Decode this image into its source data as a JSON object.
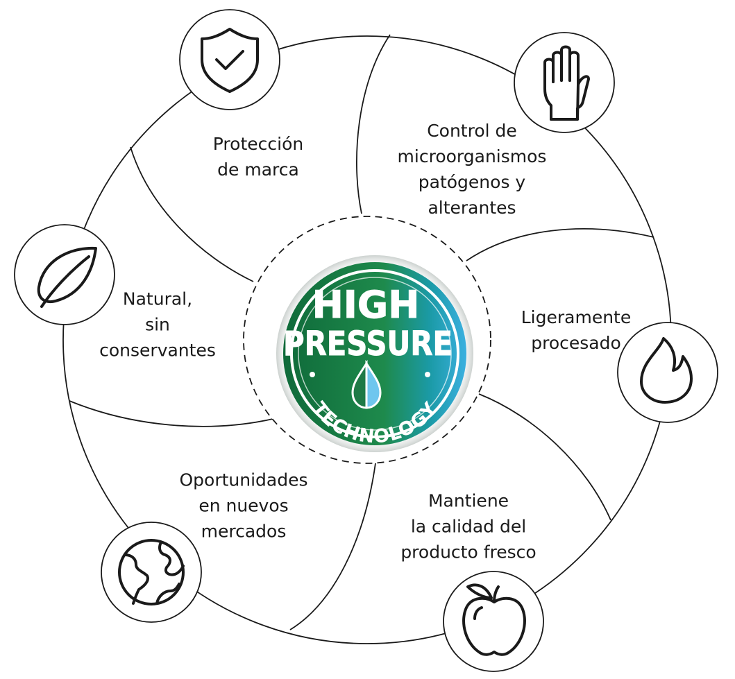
{
  "badge": {
    "line1": "HIGH",
    "line2": "PRESSURE",
    "line3": "TECHNOLOGY"
  },
  "segments": [
    {
      "id": "brand-protection",
      "icon": "shield-check-icon",
      "label": [
        "Protección",
        "de marca"
      ]
    },
    {
      "id": "microorganism-control",
      "icon": "hand-glove-icon",
      "label": [
        "Control de",
        "microorganismos",
        "patógenos y",
        "alterantes"
      ]
    },
    {
      "id": "lightly-processed",
      "icon": "flame-icon",
      "label": [
        "Ligeramente",
        "procesado"
      ]
    },
    {
      "id": "fresh-quality",
      "icon": "apple-icon",
      "label": [
        "Mantiene",
        "la calidad del",
        "producto fresco"
      ]
    },
    {
      "id": "new-markets",
      "icon": "globe-icon",
      "label": [
        "Oportunidades",
        "en nuevos",
        "mercados"
      ]
    },
    {
      "id": "natural",
      "icon": "leaf-icon",
      "label": [
        "Natural,",
        "sin",
        "conservantes"
      ]
    }
  ],
  "colors": {
    "line": "#1a1a1a",
    "badge_green": "#1e8a4c",
    "badge_dark_green": "#0f6a3a",
    "badge_teal": "#1b9aa6",
    "badge_blue": "#3bb0e0"
  }
}
